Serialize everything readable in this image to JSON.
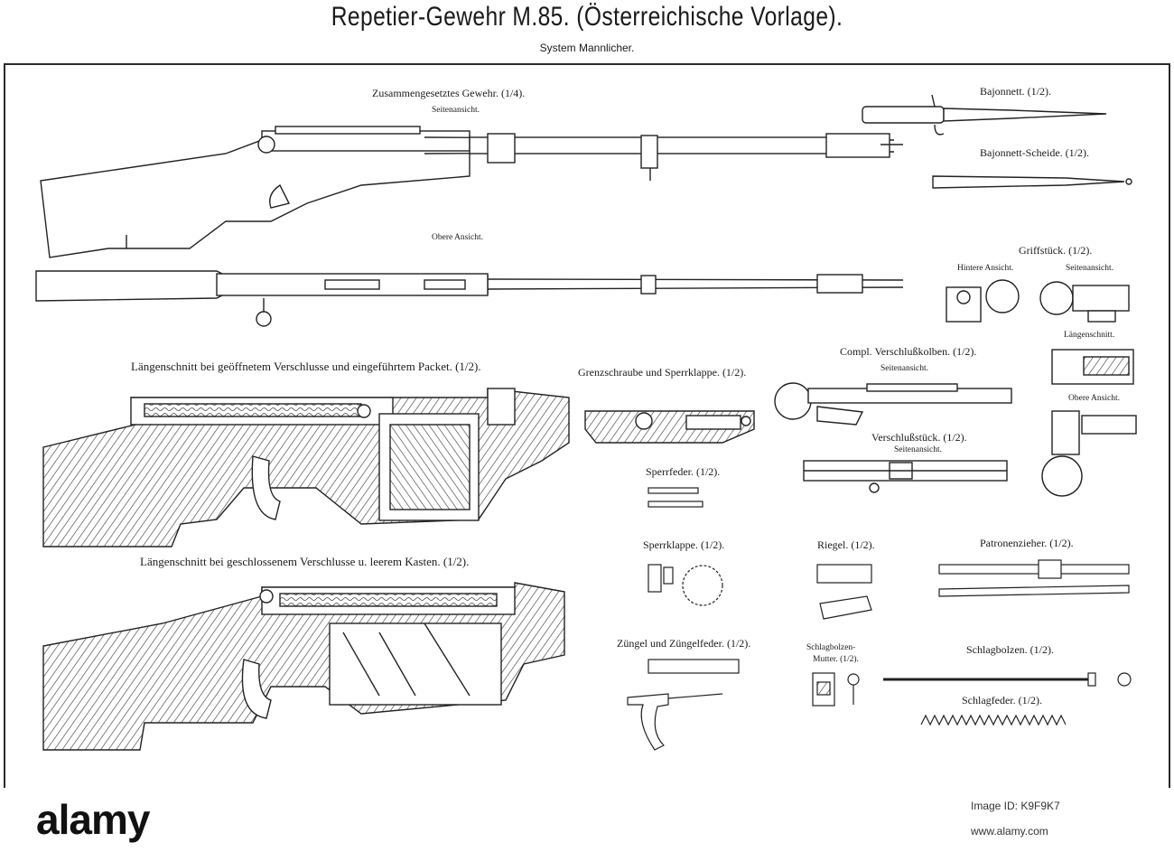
{
  "plate": {
    "title": "Repetier-Gewehr M.85. (Österreichische Vorlage).",
    "subtitle": "System Mannlicher."
  },
  "labels": {
    "assembled": "Zusammengesetztes Gewehr. (1/4).",
    "side_view": "Seitenansicht.",
    "top_view": "Obere Ansicht.",
    "bayonet": "Bajonnett. (1/2).",
    "bayonet_scabbard": "Bajonnett-Scheide. (1/2).",
    "grip": "Griffstück. (1/2).",
    "rear_view": "Hintere Ansicht.",
    "grip_side_view": "Seitenansicht.",
    "longitudinal_section": "Längenschnitt.",
    "grip_top_view": "Obere Ansicht.",
    "section_open": "Längenschnitt bei geöffnetem Verschlusse und eingeführtem Packet. (1/2).",
    "section_closed": "Längenschnitt bei geschlossenem Verschlusse u. leerem Kasten. (1/2).",
    "limit_screw": "Grenzschraube und Sperrklappe. (1/2).",
    "bolt_compl": "Compl. Verschlußkolben. (1/2).",
    "bolt_compl_side": "Seitenansicht.",
    "breech_piece": "Verschlußstück. (1/2).",
    "breech_piece_side": "Seitenansicht.",
    "lock_spring": "Sperrfeder. (1/2).",
    "lock_flap": "Sperrklappe. (1/2).",
    "bolt_latch": "Riegel. (1/2).",
    "extractor": "Patronenzieher. (1/2).",
    "trigger": "Züngel und Züngelfeder. (1/2).",
    "striker_nut_1": "Schlagbolzen-",
    "striker_nut_2": "Mutter. (1/2).",
    "striker": "Schlagbolzen. (1/2).",
    "mainspring": "Schlagfeder. (1/2)."
  },
  "footer": {
    "wordmark": "alamy",
    "image_id": "Image ID: K9F9K7",
    "url": "www.alamy.com"
  },
  "colors": {
    "ink": "#1a1a1a",
    "paper": "#ffffff",
    "gray": "#8a8a8a"
  }
}
